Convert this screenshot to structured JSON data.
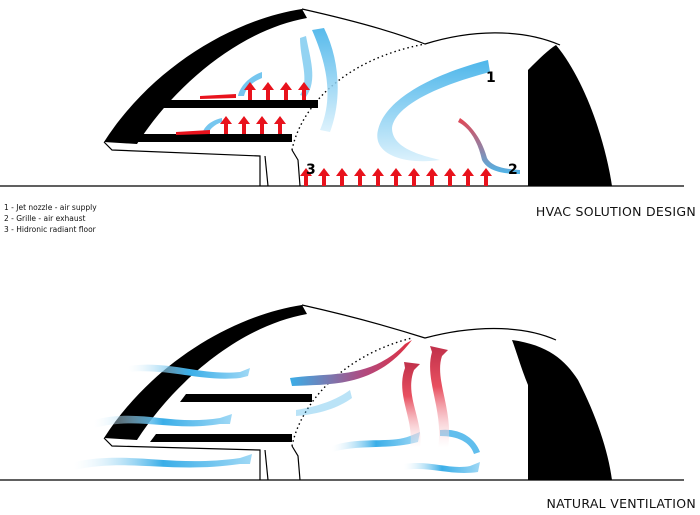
{
  "legend": {
    "items": [
      "1 - Jet nozzle - air supply",
      "2 - Grille - air exhaust",
      "3 - Hidronic radiant floor"
    ]
  },
  "markers": {
    "one": "1",
    "two": "2",
    "three": "3"
  },
  "titles": {
    "top": "HVAC SOLUTION DESIGN",
    "bottom": "NATURAL VENTILATION"
  },
  "colors": {
    "structure": "#000000",
    "cool_air": "#3aaee8",
    "warm_air": "#e03040",
    "heat_arrow": "#e8121c"
  }
}
